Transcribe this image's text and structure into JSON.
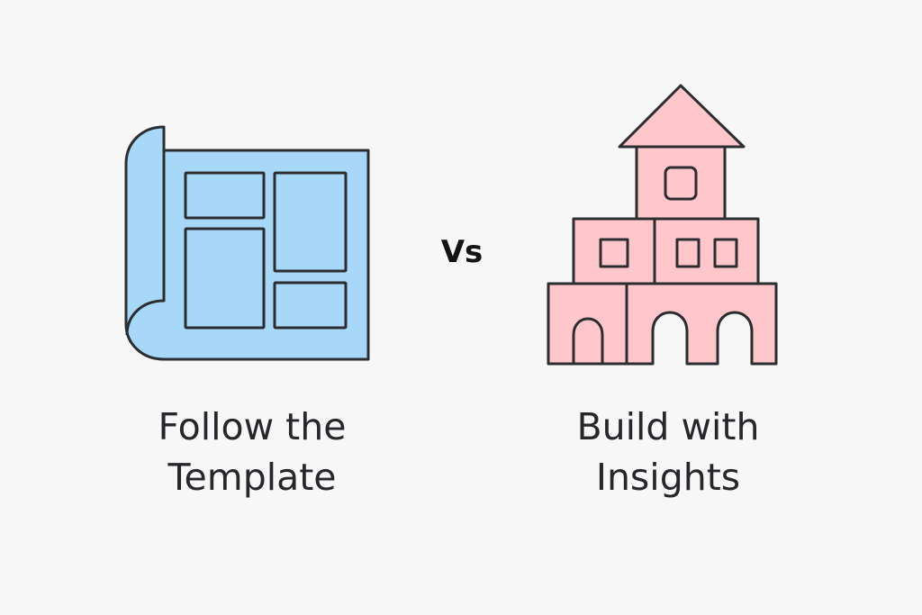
{
  "left": {
    "icon": "blueprint-icon",
    "fill": "#a8d8f7",
    "label_line1": "Follow the",
    "label_line2": "Template"
  },
  "center": {
    "text": "Vs"
  },
  "right": {
    "icon": "castle-blocks-icon",
    "fill": "#ffc7cb",
    "label_line1": "Build with",
    "label_line2": "Insights"
  },
  "colors": {
    "background": "#f7f7f8",
    "stroke": "#2b2d30",
    "text": "#26272b"
  }
}
